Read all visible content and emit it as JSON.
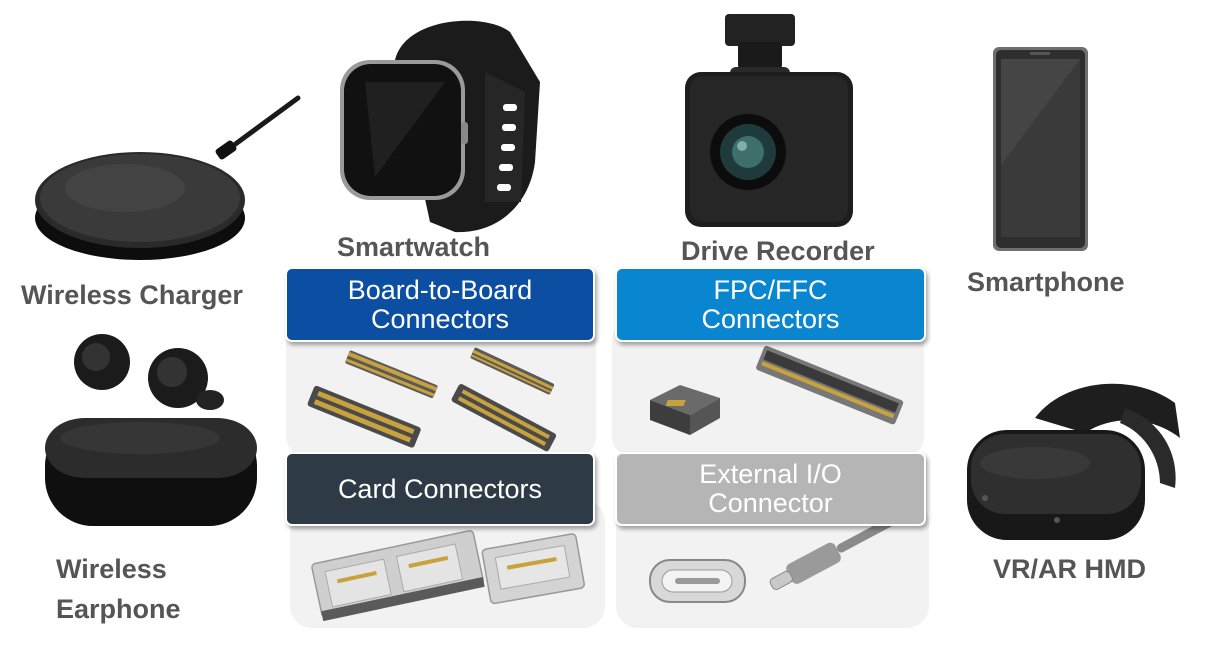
{
  "devices": {
    "wireless_charger": "Wireless Charger",
    "smartwatch": "Smartwatch",
    "drive_recorder": "Drive Recorder",
    "smartphone": "Smartphone",
    "wireless_earphone_line1": "Wireless",
    "wireless_earphone_line2": "Earphone",
    "vr_ar_hmd": "VR/AR HMD"
  },
  "categories": {
    "b2b": {
      "line1": "Board-to-Board",
      "line2": "Connectors",
      "color": "#0b4ea2"
    },
    "fpc": {
      "line1": "FPC/FFC",
      "line2": "Connectors",
      "color": "#0a86d0"
    },
    "card": {
      "line1": "Card Connectors",
      "color": "#2e3a45"
    },
    "io": {
      "line1": "External I/O",
      "line2": "Connector",
      "color": "#b5b5b5"
    }
  }
}
